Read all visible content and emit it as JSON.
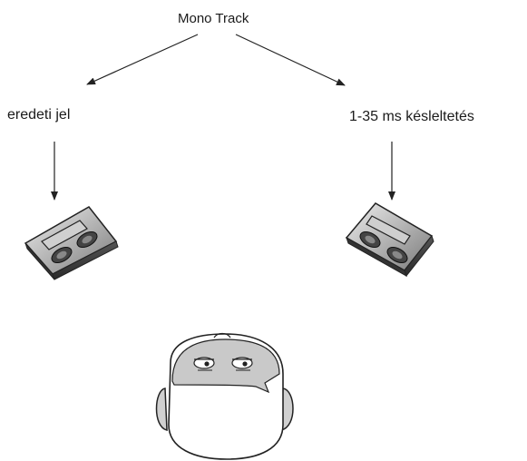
{
  "diagram": {
    "title": "Mono Track",
    "left_label": "eredeti jel",
    "right_label": "1-35 ms késleltetés"
  },
  "icons": {
    "left_speaker": "speaker-icon",
    "right_speaker": "speaker-icon",
    "listener": "listener-head-icon"
  },
  "colors": {
    "line": "#222222",
    "speaker_body": "#9a9a9a",
    "speaker_front": "#d9d9d9"
  }
}
